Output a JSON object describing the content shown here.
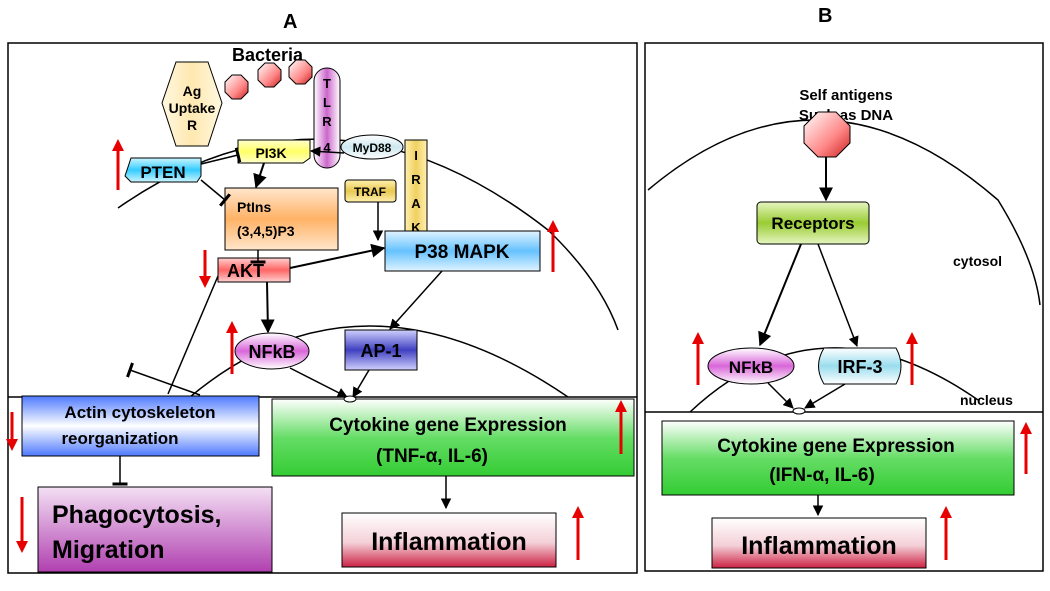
{
  "panels": {
    "a": {
      "label": "A",
      "bacteria": "Bacteria",
      "ag_uptake": [
        "Ag",
        "Uptake",
        "R"
      ],
      "tlr4": [
        "T",
        "L",
        "R",
        "4"
      ],
      "myd88": "MyD88",
      "irak": [
        "I",
        "R",
        "A",
        "K"
      ],
      "pten": "PTEN",
      "pi3k": "PI3K",
      "ptins": [
        "PtIns",
        "(3,4,5)P3"
      ],
      "traf": "TRAF",
      "akt": "AKT",
      "p38": "P38 MAPK",
      "nfkb": "NFkB",
      "ap1": "AP-1",
      "actin": [
        "Actin cytoskeleton",
        "reorganization"
      ],
      "cytokine": [
        "Cytokine gene Expression",
        "(TNF-α, IL-6)"
      ],
      "phago": [
        "Phagocytosis,",
        "Migration"
      ],
      "inflammation": "Inflammation"
    },
    "b": {
      "label": "B",
      "self_antigens": [
        "Self antigens",
        "Such as DNA"
      ],
      "receptors": "Receptors",
      "cytosol": "cytosol",
      "nfkb": "NFkB",
      "irf3": "IRF-3",
      "nucleus": "nucleus",
      "cytokine": [
        "Cytokine gene Expression",
        "(IFN-α, IL-6)"
      ],
      "inflammation": "Inflammation"
    }
  },
  "colors": {
    "arrow_indicator": "#e60000",
    "pten": "#33ccff",
    "pi3k": "#ffff66",
    "ptins": "#ffb266",
    "akt": "#ff6666",
    "p38": "#66c2ff",
    "nfkb": "#d966d9",
    "ap1": "#4040c0",
    "cytokine": "#33cc33",
    "actin": "#4d79ff",
    "phago": "#b040b0",
    "inflammation": "#cc2244",
    "receptors": "#99cc33",
    "irf3": "#99ddee",
    "tlr4": "#cc66cc",
    "bacteria": "#ff8888",
    "traf": "#e8c850"
  }
}
